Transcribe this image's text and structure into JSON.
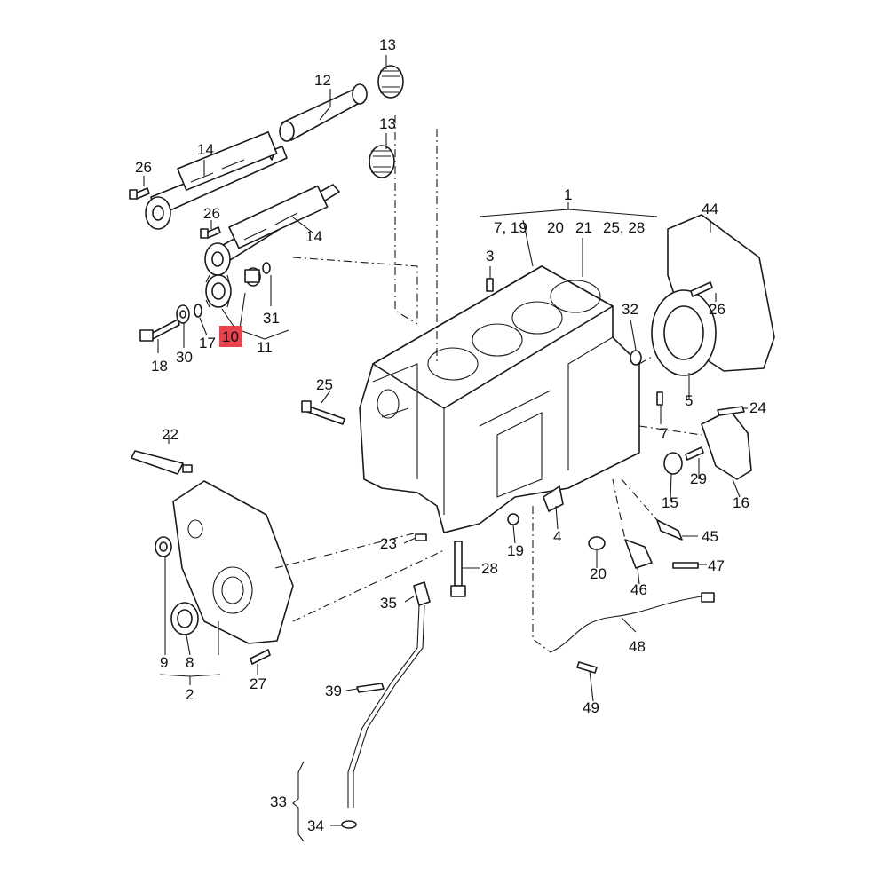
{
  "labels": {
    "l1": "1",
    "l2": "2",
    "l3": "3",
    "l4": "4",
    "l5": "5",
    "l7": "7",
    "l8": "8",
    "l9": "9",
    "l10": "10",
    "l11": "11",
    "l12": "12",
    "l13a": "13",
    "l13b": "13",
    "l14a": "14",
    "l14b": "14",
    "l15": "15",
    "l16": "16",
    "l17": "17",
    "l18": "18",
    "l19": "19",
    "l20": "20",
    "l22": "22",
    "l23": "23",
    "l24": "24",
    "l25": "25",
    "l26a": "26",
    "l26b": "26",
    "l26c": "26",
    "l27": "27",
    "l28": "28",
    "l29": "29",
    "l30": "30",
    "l31": "31",
    "l32": "32",
    "l33": "33",
    "l34": "34",
    "l35": "35",
    "l39": "39",
    "l44": "44",
    "l45": "45",
    "l46": "46",
    "l47": "47",
    "l48": "48",
    "l49": "49",
    "sub7_19": "7, 19",
    "sub20": "20",
    "sub21": "21",
    "sub25_28": "25, 28"
  },
  "highlight": {
    "part": "10",
    "color": "#e8424e"
  }
}
